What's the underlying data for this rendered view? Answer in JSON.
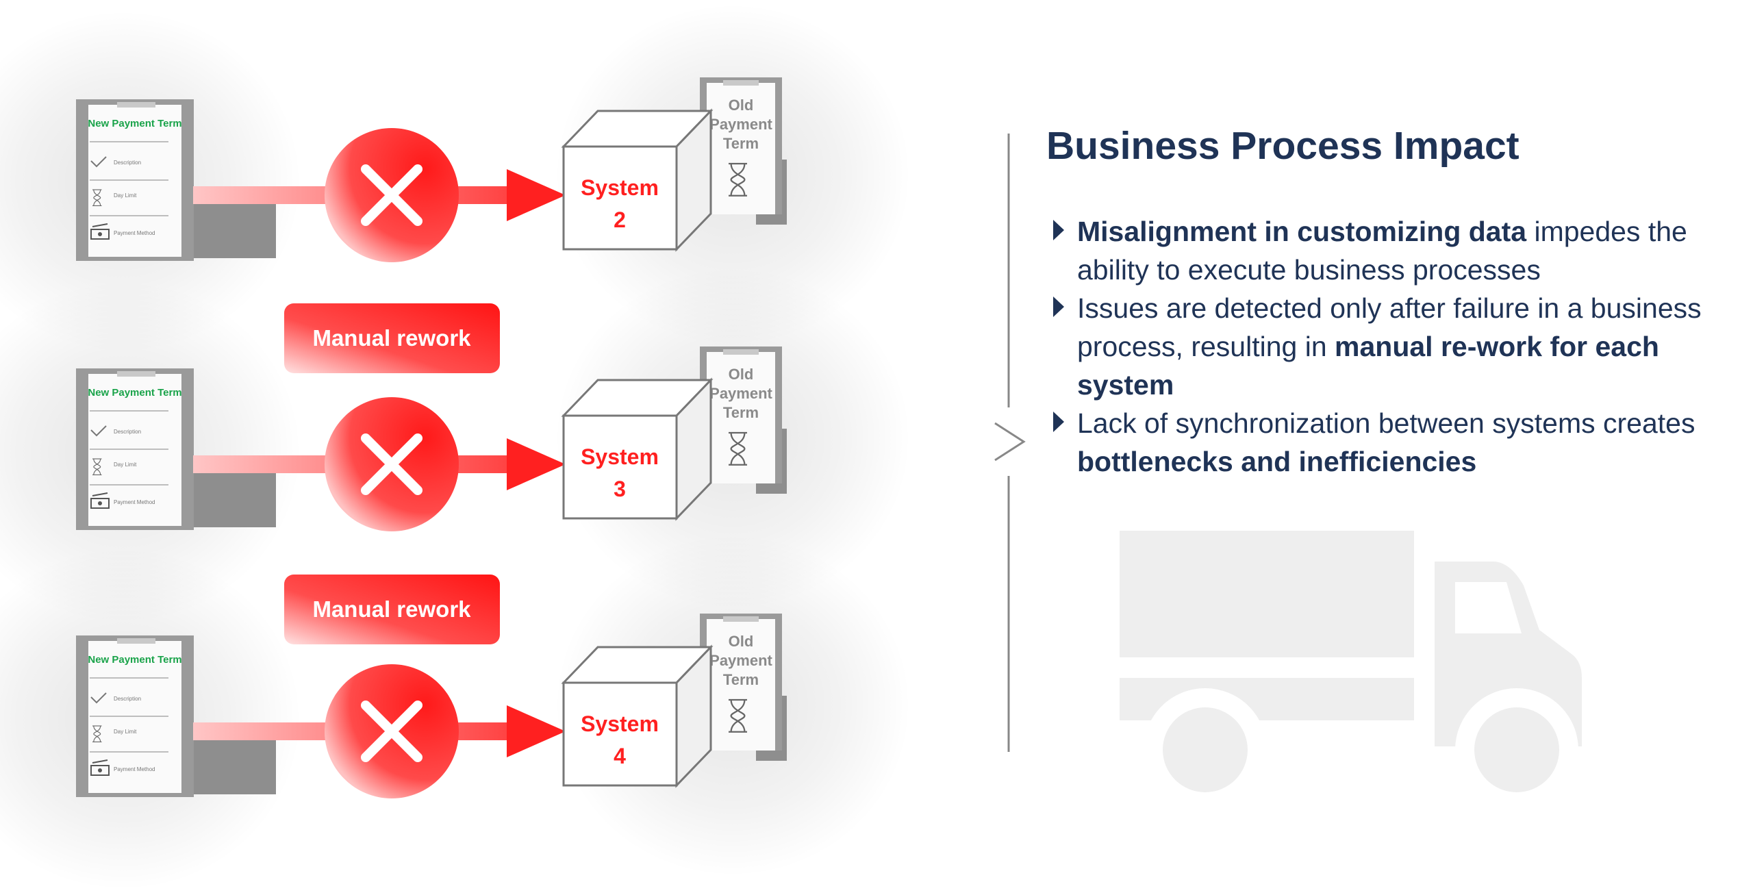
{
  "rows": [
    {
      "source_doc": {
        "title": "New Payment Term",
        "fields": [
          "Description",
          "Day Limit",
          "Payment Method"
        ]
      },
      "system": {
        "line1": "System",
        "line2": "2"
      },
      "old_doc": {
        "line1": "Old",
        "line2": "Payment",
        "line3": "Term"
      }
    },
    {
      "source_doc": {
        "title": "New Payment Term",
        "fields": [
          "Description",
          "Day Limit",
          "Payment Method"
        ]
      },
      "system": {
        "line1": "System",
        "line2": "3"
      },
      "old_doc": {
        "line1": "Old",
        "line2": "Payment",
        "line3": "Term"
      }
    },
    {
      "source_doc": {
        "title": "New Payment Term",
        "fields": [
          "Description",
          "Day Limit",
          "Payment Method"
        ]
      },
      "system": {
        "line1": "System",
        "line2": "4"
      },
      "old_doc": {
        "line1": "Old",
        "line2": "Payment",
        "line3": "Term"
      }
    }
  ],
  "rework_labels": [
    "Manual rework",
    "Manual rework"
  ],
  "panel": {
    "title": "Business Process Impact",
    "bullets": [
      {
        "bold_start": "Misalignment in customizing data",
        "text": " impedes the ability to execute business processes",
        "bold_end": ""
      },
      {
        "bold_start": "",
        "text": "Issues are detected only after failure in a business process, resulting in ",
        "bold_end": "manual re-work for each system"
      },
      {
        "bold_start": "",
        "text": "Lack of synchronization between systems creates ",
        "bold_end": "bottlenecks and inefficiencies"
      }
    ]
  },
  "icons": [
    "checkmark-icon",
    "hourglass-icon",
    "cash-icon",
    "error-x-icon",
    "arrow-icon",
    "system-box-icon",
    "chevron-right-icon",
    "truck-icon"
  ],
  "colors": {
    "red": "#ff2020",
    "green": "#1aa34a",
    "navy": "#1f3356",
    "gray": "#8a8a8a",
    "light_gray": "#eeeeee"
  }
}
